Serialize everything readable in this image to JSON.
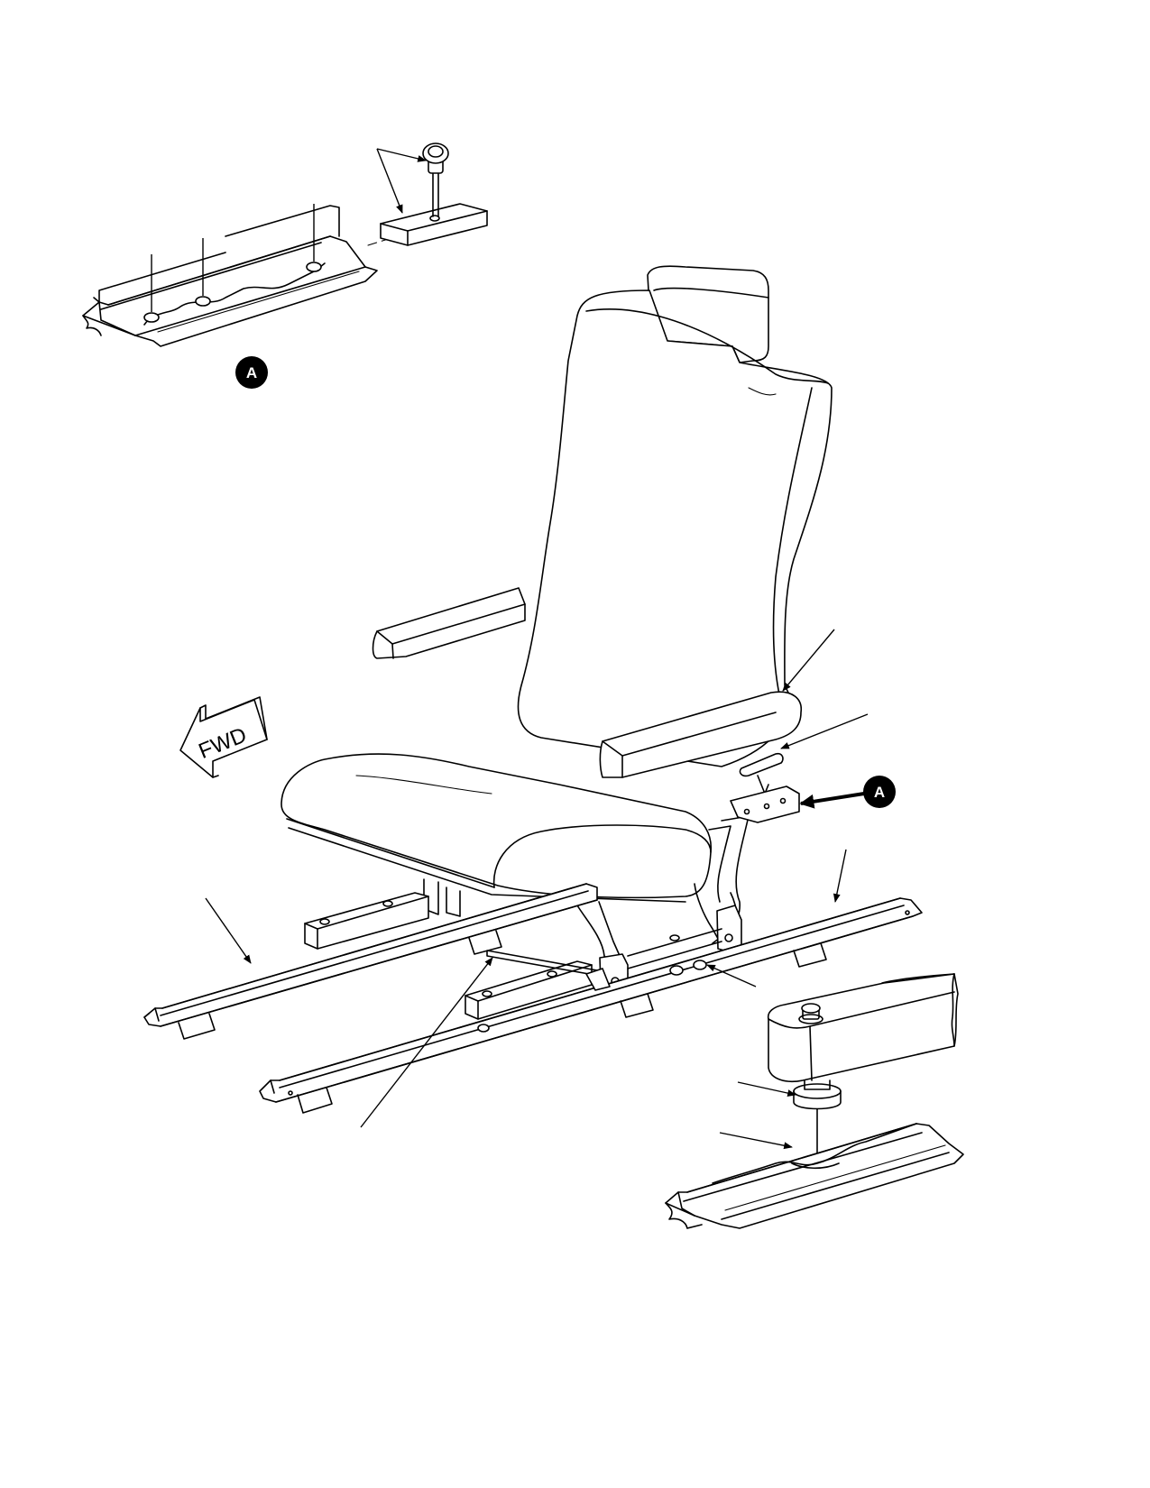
{
  "figure": {
    "view_letter": "A",
    "callout_letter": "A",
    "direction_label": "FWD",
    "colors": {
      "line": "#000000",
      "background": "#ffffff",
      "callout_fill": "#000000",
      "callout_text": "#ffffff"
    }
  }
}
